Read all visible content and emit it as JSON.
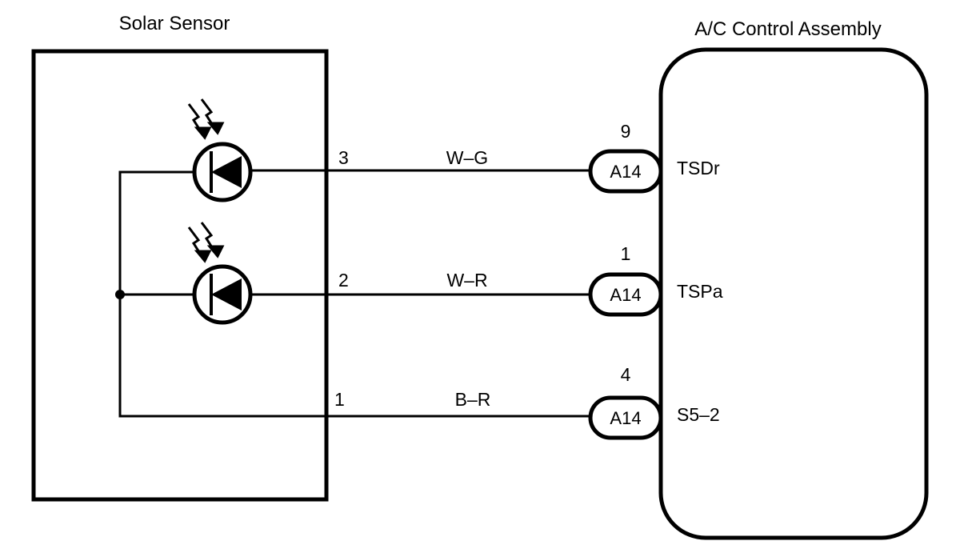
{
  "sensor": {
    "title": "Solar Sensor"
  },
  "ecu": {
    "title": "A/C Control Assembly"
  },
  "wires": [
    {
      "sensor_pin": "3",
      "color_code": "W–G",
      "connector": "A14",
      "ecu_pin": "9",
      "signal": "TSDr"
    },
    {
      "sensor_pin": "2",
      "color_code": "W–R",
      "connector": "A14",
      "ecu_pin": "1",
      "signal": "TSPa"
    },
    {
      "sensor_pin": "1",
      "color_code": "B–R",
      "connector": "A14",
      "ecu_pin": "4",
      "signal": "S5–2"
    }
  ],
  "icons": [
    "photodiode-icon",
    "light-arrows-icon",
    "connector-icon",
    "junction-dot-icon"
  ]
}
